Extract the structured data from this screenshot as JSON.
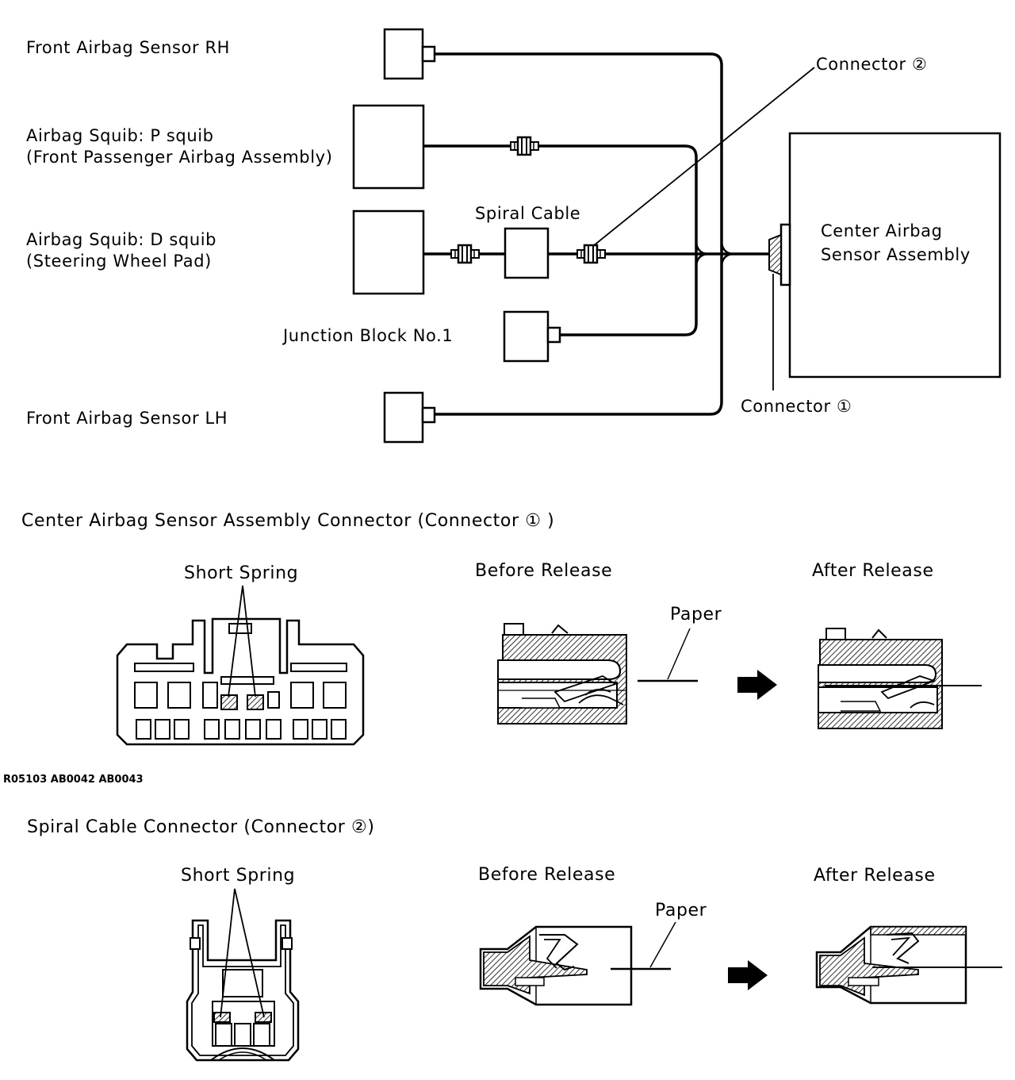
{
  "wiring_diagram": {
    "front_sensor_rh": "Front Airbag Sensor RH",
    "p_squib_line1": "Airbag Squib: P squib",
    "p_squib_line2": "(Front Passenger Airbag Assembly)",
    "d_squib_line1": "Airbag Squib: D squib",
    "d_squib_line2": "(Steering Wheel Pad)",
    "spiral_cable": "Spiral Cable",
    "junction_block": "Junction Block No.1",
    "front_sensor_lh": "Front Airbag Sensor LH",
    "connector_2": "Connector ②",
    "connector_1": "Connector ①",
    "center_sensor_line1": "Center Airbag",
    "center_sensor_line2": "Sensor Assembly"
  },
  "connector1_section": {
    "title": "Center Airbag Sensor Assembly Connector (Connector ① )",
    "short_spring": "Short Spring",
    "before_release": "Before Release",
    "after_release": "After Release",
    "paper": "Paper"
  },
  "figure_codes": "R05103 AB0042 AB0043",
  "connector2_section": {
    "title": "Spiral Cable Connector (Connector ②)",
    "short_spring": "Short Spring",
    "before_release": "Before Release",
    "after_release": "After Release",
    "paper": "Paper"
  }
}
